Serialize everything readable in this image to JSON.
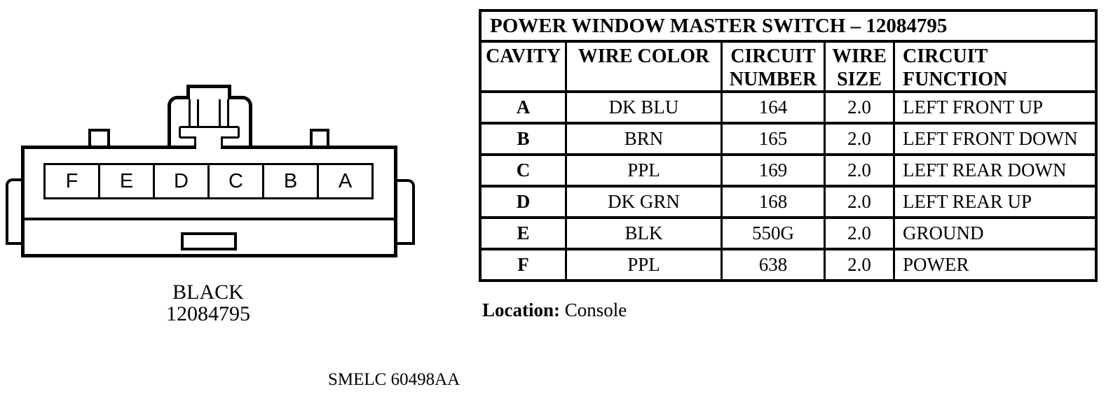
{
  "connector": {
    "cavities": [
      "F",
      "E",
      "D",
      "C",
      "B",
      "A"
    ],
    "color_label": "BLACK",
    "part_number": "12084795"
  },
  "table": {
    "title": "POWER WINDOW MASTER SWITCH – 12084795",
    "headers": {
      "cavity": "CAVITY",
      "wire_color": "WIRE COLOR",
      "circuit_number": "CIRCUIT\nNUMBER",
      "wire_size": "WIRE\nSIZE",
      "circuit_function": "CIRCUIT FUNCTION"
    },
    "rows": [
      {
        "cavity": "A",
        "wire_color": "DK BLU",
        "circuit_number": "164",
        "wire_size": "2.0",
        "circuit_function": "LEFT FRONT UP"
      },
      {
        "cavity": "B",
        "wire_color": "BRN",
        "circuit_number": "165",
        "wire_size": "2.0",
        "circuit_function": "LEFT FRONT DOWN"
      },
      {
        "cavity": "C",
        "wire_color": "PPL",
        "circuit_number": "169",
        "wire_size": "2.0",
        "circuit_function": "LEFT REAR DOWN"
      },
      {
        "cavity": "D",
        "wire_color": "DK GRN",
        "circuit_number": "168",
        "wire_size": "2.0",
        "circuit_function": "LEFT REAR UP"
      },
      {
        "cavity": "E",
        "wire_color": "BLK",
        "circuit_number": "550G",
        "wire_size": "2.0",
        "circuit_function": "GROUND"
      },
      {
        "cavity": "F",
        "wire_color": "PPL",
        "circuit_number": "638",
        "wire_size": "2.0",
        "circuit_function": "POWER"
      }
    ]
  },
  "footer": {
    "location_label": "Location:",
    "location_value": "Console",
    "document_code": "SMELC 60498AA"
  },
  "colors": {
    "ink": "#000000",
    "paper": "#ffffff"
  }
}
